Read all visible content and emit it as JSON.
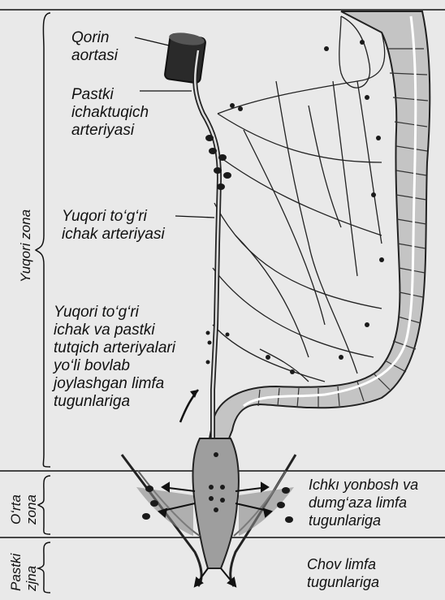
{
  "labels": {
    "qorin_aortasi": "Qorin aortasi",
    "pastki_ichaktuqich": "Pastki ichaktuqich arteriyasi",
    "yuqori_togri_ichak": "Yuqori to'g'ri ichak arteriyasi",
    "yuqori_togri_limfa": "Yuqori to'g'ri ichak va pastki tutqich arteriyalari yo'li bovlab joylashgan limfa tugunlariga",
    "ichki_yonbosh": "Ichkı yonbosh va dumg'aza limfa tugunlariga",
    "chov_limfa": "Chov limfa tugunlariga"
  },
  "lines": {
    "qorin_1": "Qorin",
    "qorin_2": "aortasi",
    "pastki_1": "Pastki",
    "pastki_2": "ichaktuqich",
    "pastki_3": "arteriyasi",
    "yuqori_1": "Yuqori to‘g‘ri",
    "yuqori_2": "ichak arteriyasi",
    "limfa_1": "Yuqori to‘g‘ri",
    "limfa_2": "ichak va pastki",
    "limfa_3": "tutqich arteriyalari",
    "limfa_4": "yo‘li bovlab",
    "limfa_5": "joylashgan limfa",
    "limfa_6": "tugunlariga",
    "ichki_1": "Ichkı yonbosh va",
    "ichki_2": "dumg‘aza limfa",
    "ichki_3": "tugunlariga",
    "chov_1": "Chov limfa",
    "chov_2": "tugunlariga"
  },
  "zones": {
    "upper": "Yuqori zona",
    "middle": "O‘rta zona",
    "lower": "Pastki zjna"
  },
  "colors": {
    "background": "#e9e9e9",
    "ink": "#111111",
    "tissue": "#bdbdbd",
    "tissue_dark": "#6f6f6f",
    "node": "#1a1a1a"
  }
}
